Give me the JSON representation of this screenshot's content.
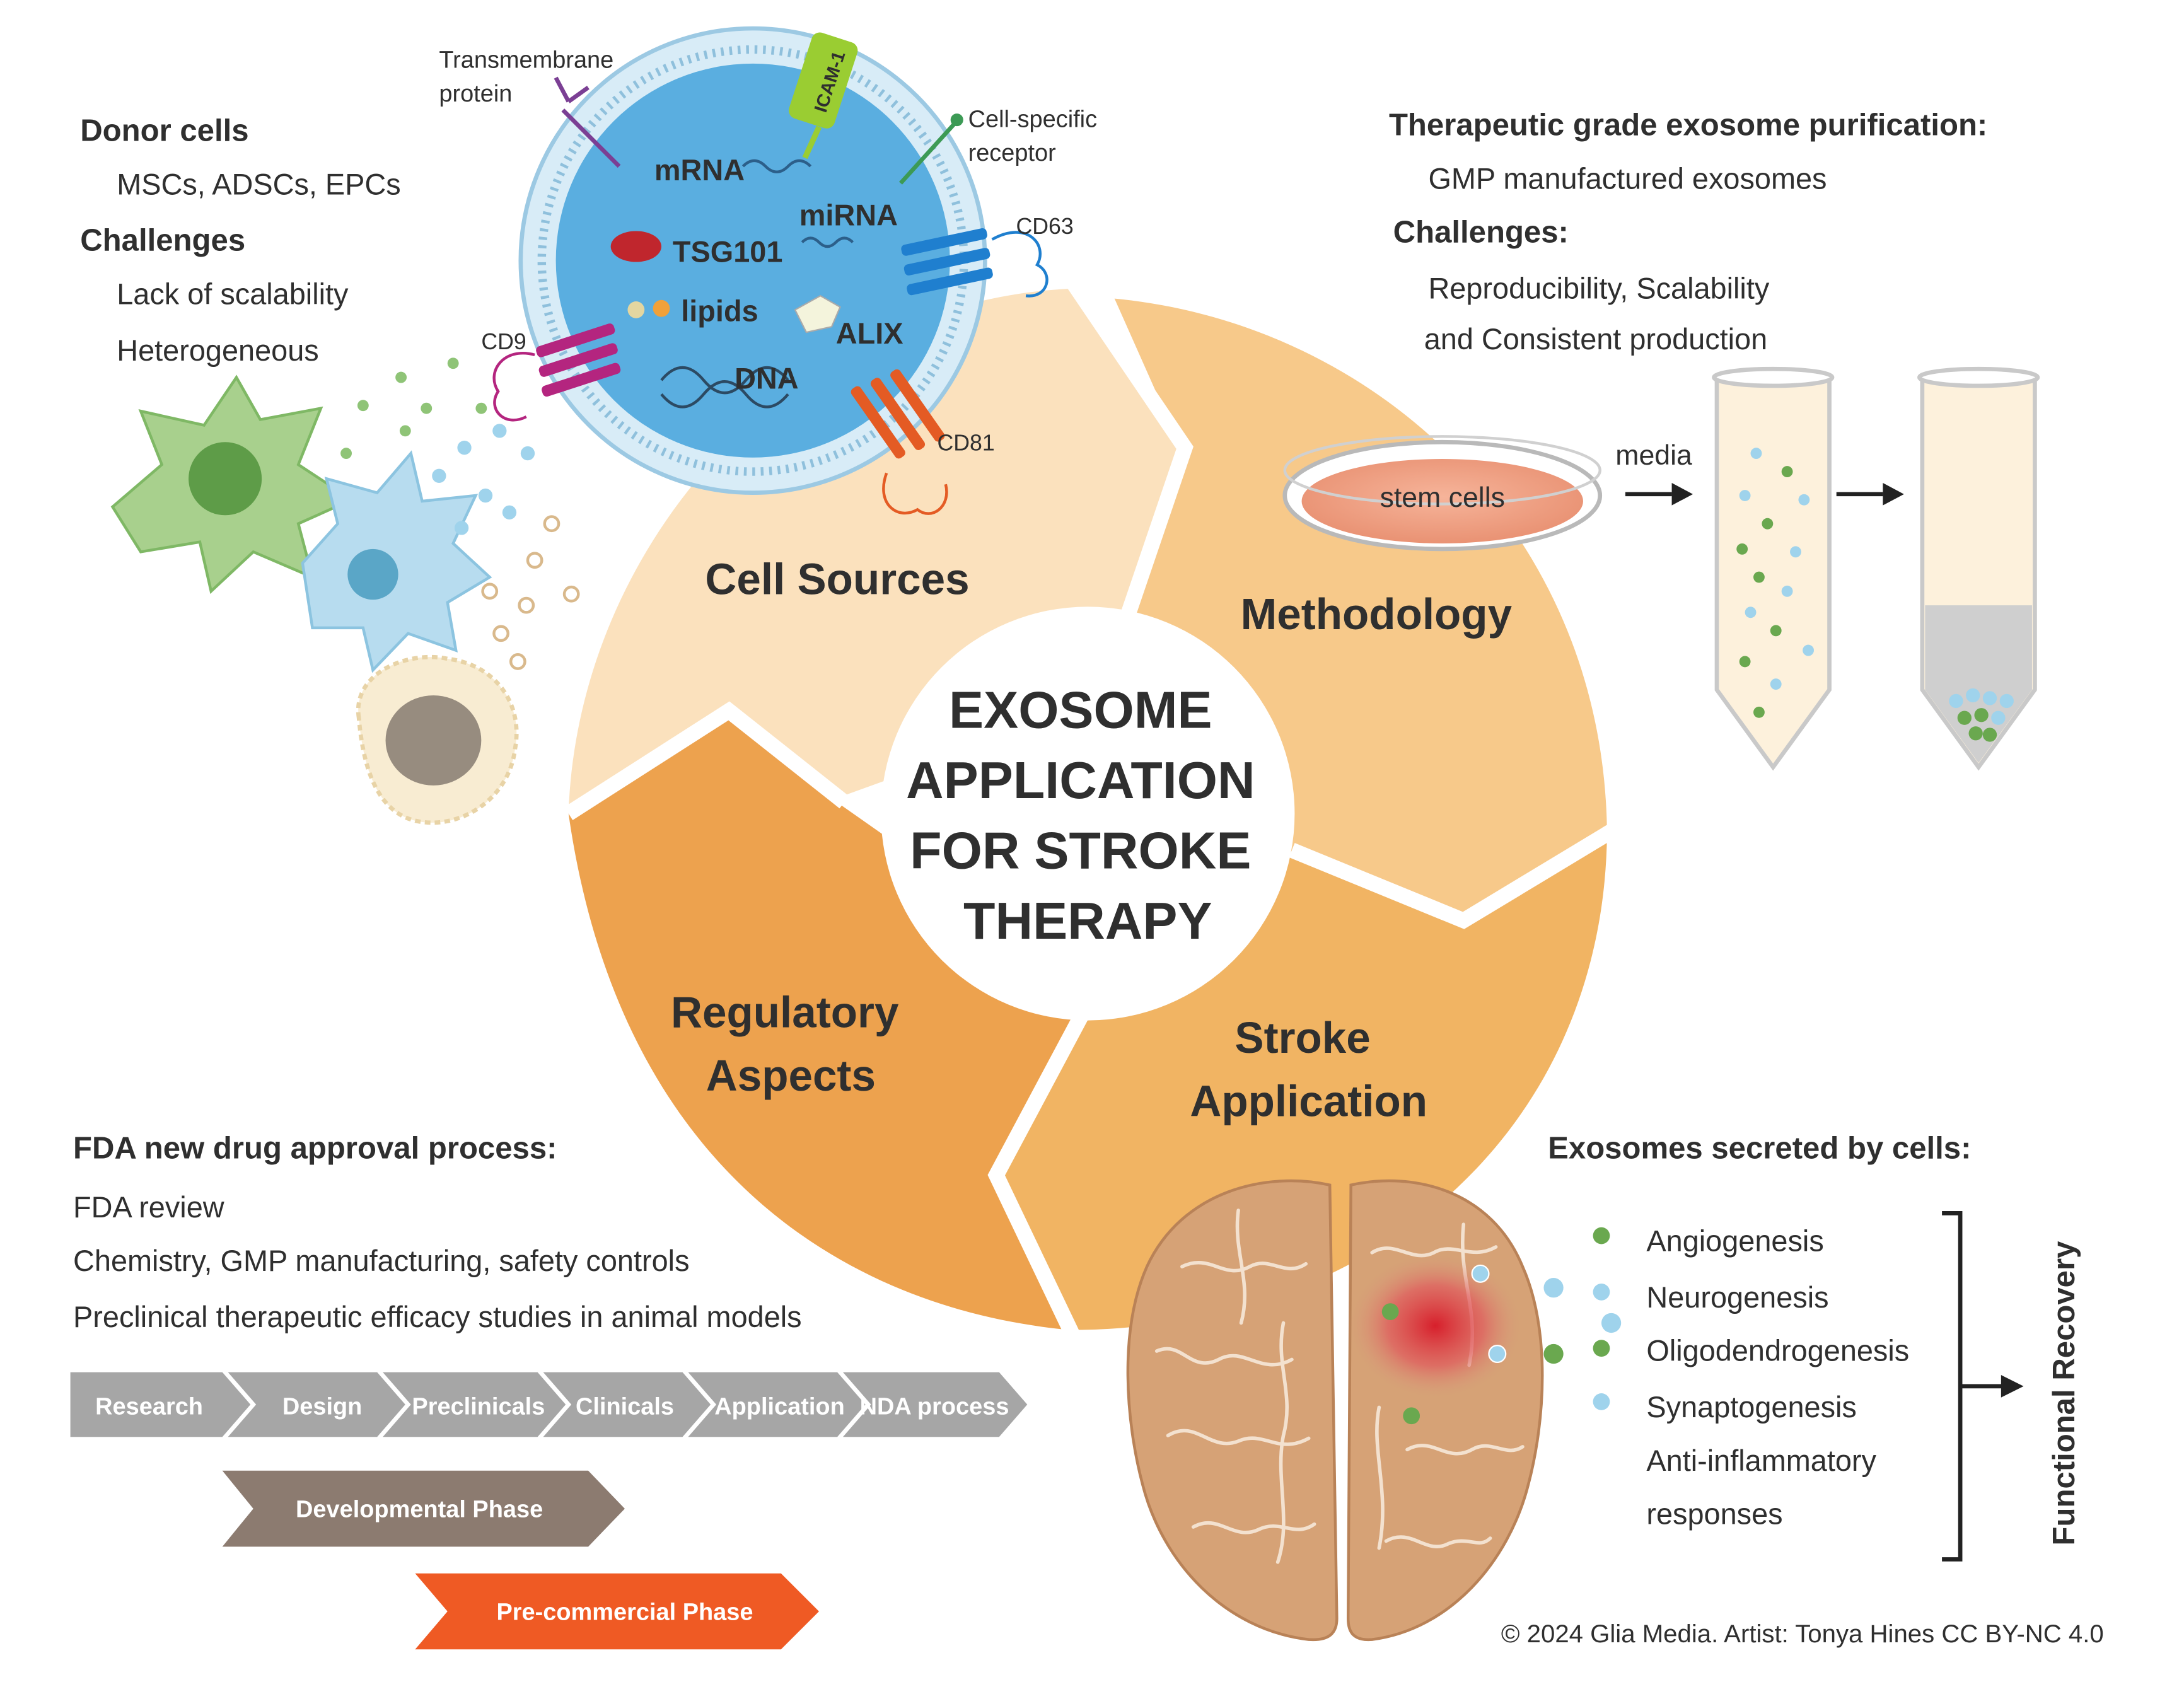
{
  "center": {
    "line1": "EXOSOME",
    "line2": "APPLICATION",
    "line3": "FOR STROKE",
    "line4": "THERAPY"
  },
  "segments": {
    "cell_sources": "Cell Sources",
    "methodology": "Methodology",
    "regulatory_1": "Regulatory",
    "regulatory_2": "Aspects",
    "stroke_1": "Stroke",
    "stroke_2": "Application"
  },
  "segment_colors": {
    "cell_sources": "#fbe1bd",
    "methodology": "#f7c98a",
    "regulatory": "#eda24e",
    "stroke": "#f1b463"
  },
  "donor": {
    "heading": "Donor cells",
    "cells": "MSCs, ADSCs, EPCs",
    "challenges_heading": "Challenges",
    "challenge_1": "Lack of scalability",
    "challenge_2": "Heterogeneous"
  },
  "exosome_labels": {
    "transmembrane_1": "Transmembrane",
    "transmembrane_2": "protein",
    "icam": "ICAM-1",
    "cell_specific_1": "Cell-specific",
    "cell_specific_2": "receptor",
    "mrna": "mRNA",
    "mirna": "miRNA",
    "tsg101": "TSG101",
    "lipids": "lipids",
    "alix": "ALIX",
    "dna": "DNA",
    "cd63": "CD63",
    "cd9": "CD9",
    "cd81": "CD81"
  },
  "purification": {
    "heading": "Therapeutic grade exosome purification:",
    "item": "GMP manufactured exosomes",
    "challenges_heading": "Challenges:",
    "challenge_1": "Reproducibility, Scalability",
    "challenge_2": "and Consistent production",
    "dish_label": "stem cells",
    "media_label": "media"
  },
  "fda": {
    "heading": "FDA new drug approval process:",
    "item_1": "FDA review",
    "item_2": "Chemistry, GMP manufacturing, safety controls",
    "item_3": "Preclinical therapeutic efficacy studies in animal models",
    "steps": [
      "Research",
      "Design",
      "Preclinicals",
      "Clinicals",
      "Application",
      "NDA process"
    ],
    "dev_phase": "Developmental Phase",
    "precommercial_phase": "Pre-commercial Phase"
  },
  "exosomes_secreted": {
    "heading": "Exosomes secreted by cells:",
    "items": [
      "Angiogenesis",
      "Neurogenesis",
      "Oligodendrogenesis",
      "Synaptogenesis",
      "Anti-inflammatory",
      "responses"
    ],
    "bullet_colors": [
      "#6aa84f",
      "#9fd3ec",
      "#6aa84f",
      "#9fd3ec"
    ],
    "outcome": "Functional Recovery"
  },
  "credit": "© 2024 Glia Media. Artist: Tonya Hines CC BY-NC 4.0"
}
